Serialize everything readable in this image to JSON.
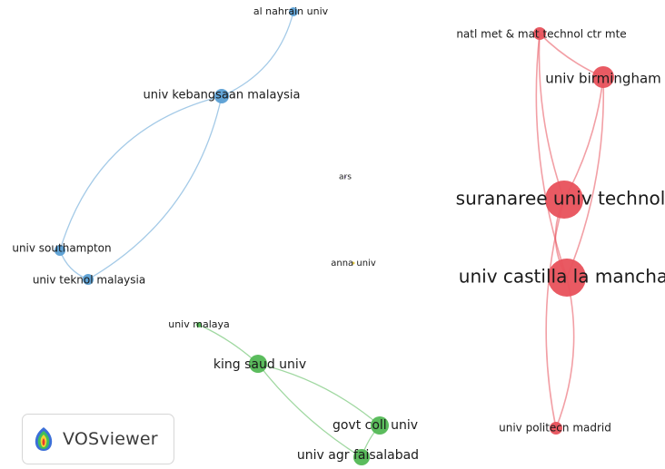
{
  "app": {
    "logo_text": "VOSviewer"
  },
  "colors": {
    "red_cluster": "#e8515b",
    "blue_cluster": "#5a9fd4",
    "green_cluster": "#52b854",
    "yellow_cluster": "#e0c63a",
    "purple_cluster": "#8b6cc1",
    "label": "#1a1a1a"
  },
  "nodes": [
    {
      "id": "al-nahrain-univ",
      "label": "al nahrain univ",
      "cluster": "blue_cluster",
      "weight": 1
    },
    {
      "id": "univ-kebangsaan-malaysia",
      "label": "univ kebangsaan malaysia",
      "cluster": "blue_cluster",
      "weight": 3
    },
    {
      "id": "univ-southampton",
      "label": "univ southampton",
      "cluster": "blue_cluster",
      "weight": 2
    },
    {
      "id": "univ-teknol-malaysia",
      "label": "univ teknol malaysia",
      "cluster": "blue_cluster",
      "weight": 2
    },
    {
      "id": "natl-met-mat-technol-ctr-mte",
      "label": "natl met & mat technol ctr mte",
      "cluster": "red_cluster",
      "weight": 2
    },
    {
      "id": "univ-birmingham",
      "label": "univ birmingham",
      "cluster": "red_cluster",
      "weight": 4
    },
    {
      "id": "suranaree-univ-technol",
      "label": "suranaree univ technol",
      "cluster": "red_cluster",
      "weight": 8
    },
    {
      "id": "univ-castilla-la-mancha",
      "label": "univ castilla la mancha",
      "cluster": "red_cluster",
      "weight": 9
    },
    {
      "id": "univ-politecn-madrid",
      "label": "univ politecn madrid",
      "cluster": "red_cluster",
      "weight": 2
    },
    {
      "id": "ars",
      "label": "ars",
      "cluster": "purple_cluster",
      "weight": 0
    },
    {
      "id": "anna-univ",
      "label": "anna univ",
      "cluster": "yellow_cluster",
      "weight": 0
    },
    {
      "id": "univ-malaya",
      "label": "univ malaya",
      "cluster": "green_cluster",
      "weight": 1
    },
    {
      "id": "king-saud-univ",
      "label": "king saud univ",
      "cluster": "green_cluster",
      "weight": 4
    },
    {
      "id": "govt-coll-univ",
      "label": "govt coll univ",
      "cluster": "green_cluster",
      "weight": 4
    },
    {
      "id": "univ-agr-faisalabad",
      "label": "univ agr faisalabad",
      "cluster": "green_cluster",
      "weight": 3
    }
  ],
  "links": [
    {
      "source": "al-nahrain-univ",
      "target": "univ-kebangsaan-malaysia",
      "cluster": "blue_cluster"
    },
    {
      "source": "univ-kebangsaan-malaysia",
      "target": "univ-southampton",
      "cluster": "blue_cluster"
    },
    {
      "source": "univ-kebangsaan-malaysia",
      "target": "univ-teknol-malaysia",
      "cluster": "blue_cluster"
    },
    {
      "source": "univ-southampton",
      "target": "univ-teknol-malaysia",
      "cluster": "blue_cluster"
    },
    {
      "source": "natl-met-mat-technol-ctr-mte",
      "target": "suranaree-univ-technol",
      "cluster": "red_cluster"
    },
    {
      "source": "natl-met-mat-technol-ctr-mte",
      "target": "univ-castilla-la-mancha",
      "cluster": "red_cluster"
    },
    {
      "source": "natl-met-mat-technol-ctr-mte",
      "target": "univ-birmingham",
      "cluster": "red_cluster"
    },
    {
      "source": "univ-birmingham",
      "target": "suranaree-univ-technol",
      "cluster": "red_cluster"
    },
    {
      "source": "univ-birmingham",
      "target": "univ-castilla-la-mancha",
      "cluster": "red_cluster"
    },
    {
      "source": "suranaree-univ-technol",
      "target": "univ-castilla-la-mancha",
      "cluster": "red_cluster"
    },
    {
      "source": "suranaree-univ-technol",
      "target": "univ-politecn-madrid",
      "cluster": "red_cluster"
    },
    {
      "source": "univ-castilla-la-mancha",
      "target": "univ-politecn-madrid",
      "cluster": "red_cluster"
    },
    {
      "source": "univ-malaya",
      "target": "king-saud-univ",
      "cluster": "green_cluster"
    },
    {
      "source": "king-saud-univ",
      "target": "govt-coll-univ",
      "cluster": "green_cluster"
    },
    {
      "source": "king-saud-univ",
      "target": "univ-agr-faisalabad",
      "cluster": "green_cluster"
    },
    {
      "source": "govt-coll-univ",
      "target": "univ-agr-faisalabad",
      "cluster": "green_cluster"
    }
  ]
}
